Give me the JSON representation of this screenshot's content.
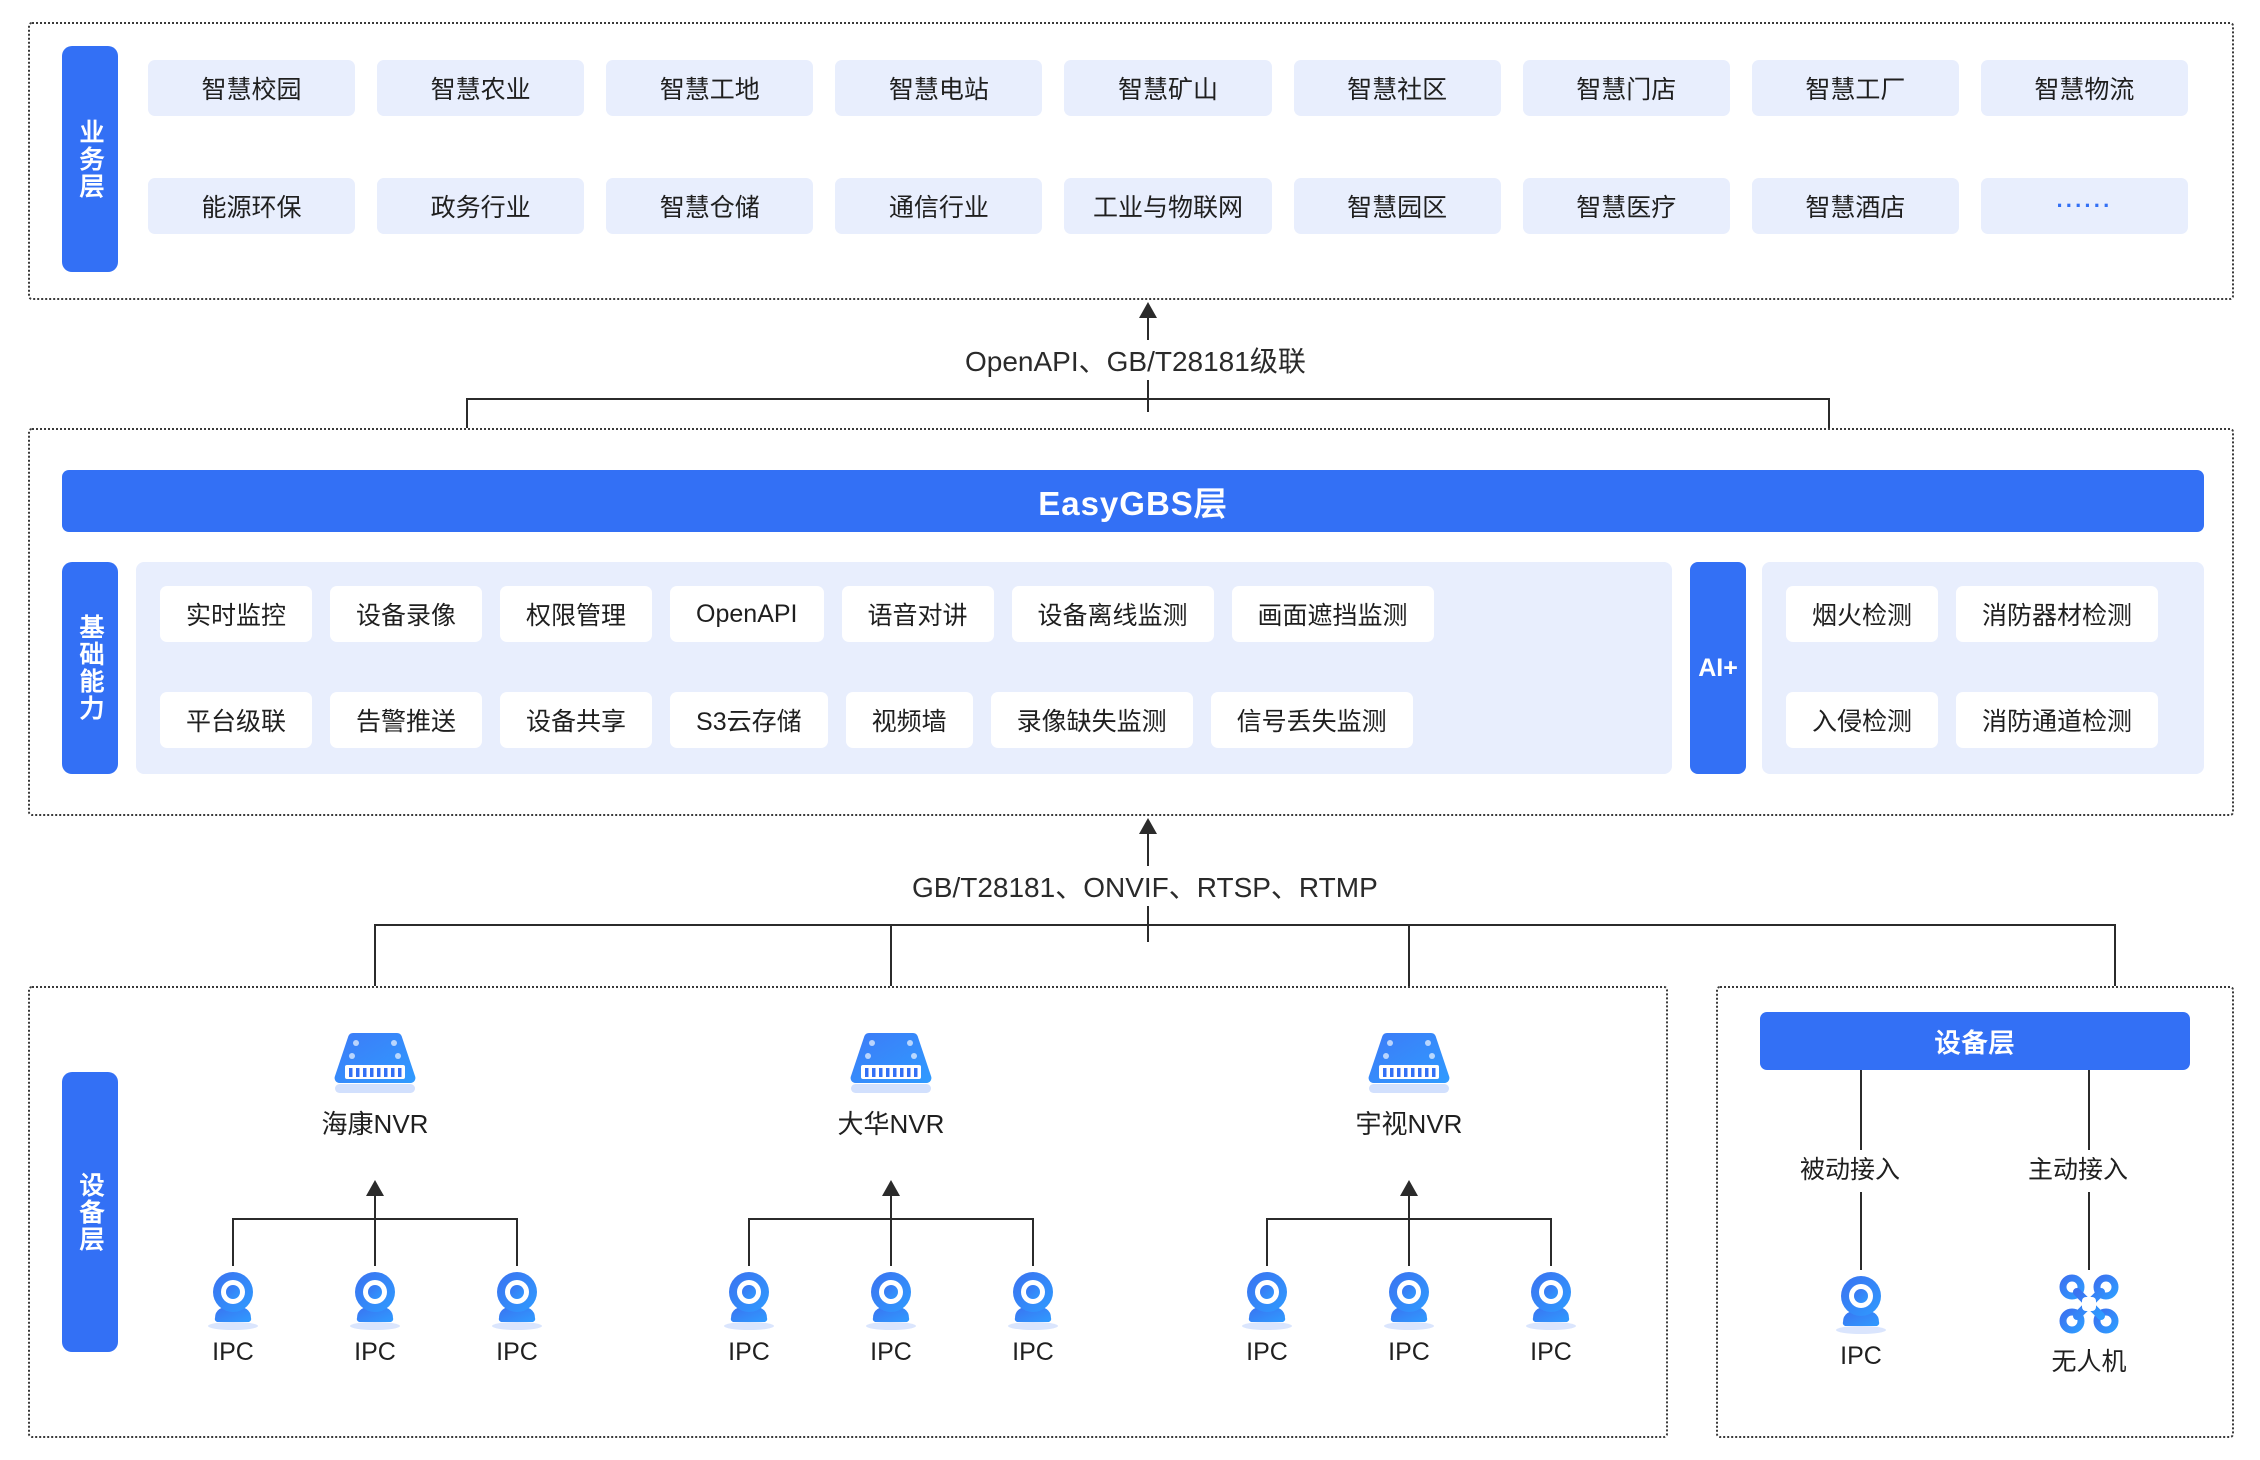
{
  "business": {
    "side_label": "业务层",
    "row1": [
      "智慧校园",
      "智慧农业",
      "智慧工地",
      "智慧电站",
      "智慧矿山",
      "智慧社区",
      "智慧门店",
      "智慧工厂",
      "智慧物流"
    ],
    "row2": [
      "能源环保",
      "政务行业",
      "智慧仓储",
      "通信行业",
      "工业与物联网",
      "智慧园区",
      "智慧医疗",
      "智慧酒店",
      "······"
    ]
  },
  "connectors": {
    "top": "OpenAPI、GB/T28181级联",
    "bottom": "GB/T28181、ONVIF、RTSP、RTMP"
  },
  "gbs": {
    "title": "EasyGBS层",
    "capability_side_label": "基础能力",
    "ai_side_label": "AI+",
    "capabilities_row1": [
      "实时监控",
      "设备录像",
      "权限管理",
      "OpenAPI",
      "语音对讲",
      "设备离线监测",
      "画面遮挡监测"
    ],
    "capabilities_row2": [
      "平台级联",
      "告警推送",
      "设备共享",
      "S3云存储",
      "视频墙",
      "录像缺失监测",
      "信号丢失监测"
    ],
    "ai_row1": [
      "烟火检测",
      "消防器材检测"
    ],
    "ai_row2": [
      "入侵检测",
      "消防通道检测"
    ]
  },
  "device": {
    "side_label": "设备层",
    "nvrs": [
      {
        "label": "海康NVR",
        "children": [
          "IPC",
          "IPC",
          "IPC"
        ]
      },
      {
        "label": "大华NVR",
        "children": [
          "IPC",
          "IPC",
          "IPC"
        ]
      },
      {
        "label": "宇视NVR",
        "children": [
          "IPC",
          "IPC",
          "IPC"
        ]
      }
    ],
    "right_panel_title": "设备层",
    "right_nodes": [
      {
        "access": "被动接入",
        "label": "IPC",
        "icon": "camera-icon"
      },
      {
        "access": "主动接入",
        "label": "无人机",
        "icon": "drone-icon"
      }
    ]
  },
  "colors": {
    "accent": "#3370f5",
    "pill_bg": "#e8eefd",
    "line": "#2b2b2b"
  }
}
